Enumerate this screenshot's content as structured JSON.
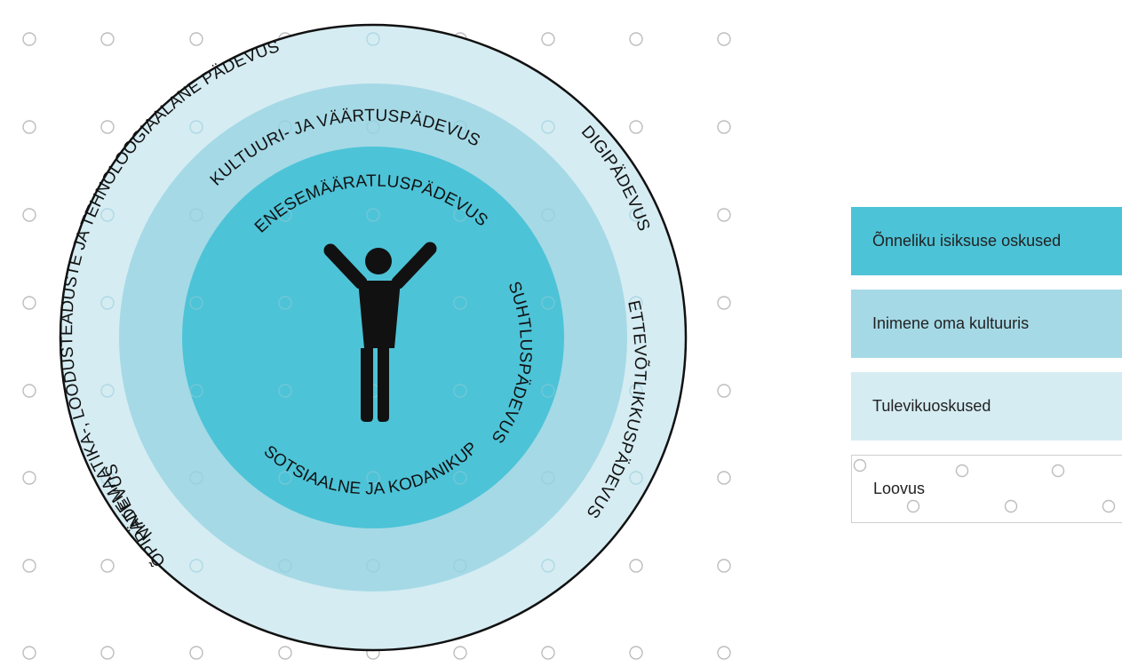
{
  "colors": {
    "outer_ring": "#d5ecf2",
    "middle_ring": "#a5d9e6",
    "inner_circle": "#4dc3d7",
    "outline": "#111111",
    "dot": "#bdbdbd"
  },
  "circle": {
    "outer_ring_label": "MATEMAATIKA-, LOODUSTEADUSTE JA TEHNOLOOGIAALANE PÄDEVUS",
    "outer_ring_right_label": "DIGIPÄDEVUS",
    "outer_ring_right_lower_label": "ETTEVÕTLIKKUSPÄDEVUS",
    "outer_ring_left_lower_label": "ÕPIPÄDEVUS",
    "middle_ring_label": "KULTUURI- JA VÄÄRTUSPÄDEVUS",
    "inner_top_label": "ENESEMÄÄRATLUSPÄDEVUS",
    "inner_right_label": "SUHTLUSPÄDEVUS",
    "inner_left_label": "SOTSIAALNE JA KODANIKUPÄDEVUS",
    "center_icon": "person-arms-raised-icon"
  },
  "legend": {
    "items": [
      {
        "label": "Õnneliku isiksuse oskused",
        "color": "#4dc3d7"
      },
      {
        "label": "Inimene oma kultuuris",
        "color": "#a5d9e6"
      },
      {
        "label": "Tulevikuoskused",
        "color": "#d5ecf2"
      },
      {
        "label": "Loovus",
        "color": "#ffffff"
      }
    ]
  }
}
